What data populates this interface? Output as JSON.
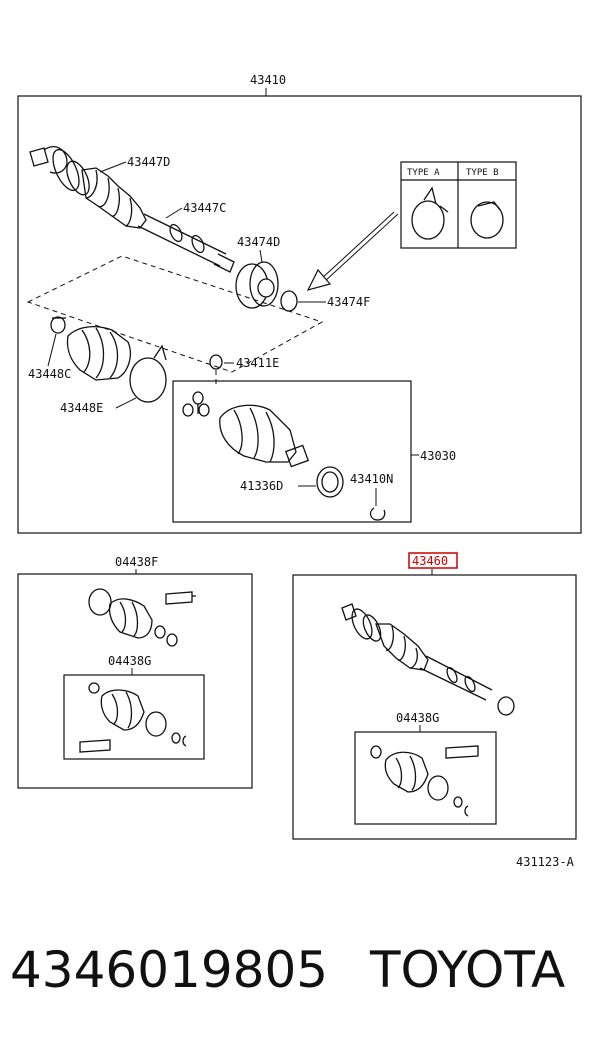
{
  "diagram": {
    "labels": {
      "main_assembly": "43410",
      "outboard_joint_boot": "43447D",
      "inner_shaft_part": "43447C",
      "center_bearing": "43474D",
      "bearing_clip": "43474F",
      "boot_clamp_small": "43448C",
      "boot_clamp_large": "43448E",
      "snap_ring": "43411E",
      "inboard_joint": "43030",
      "dust_seal": "41336D",
      "oil_seal": "43410N",
      "boot_kit_left": "04438F",
      "boot_kit_left_inner": "04438G",
      "right_assembly": "43460",
      "boot_kit_right": "04438G",
      "drawing_code": "431123-A"
    },
    "type_box": {
      "type_a": "TYPE A",
      "type_b": "TYPE B"
    },
    "highlight_color": "#cc0000"
  },
  "footer": {
    "part_number": "4346019805",
    "brand": "TOYOTA"
  }
}
